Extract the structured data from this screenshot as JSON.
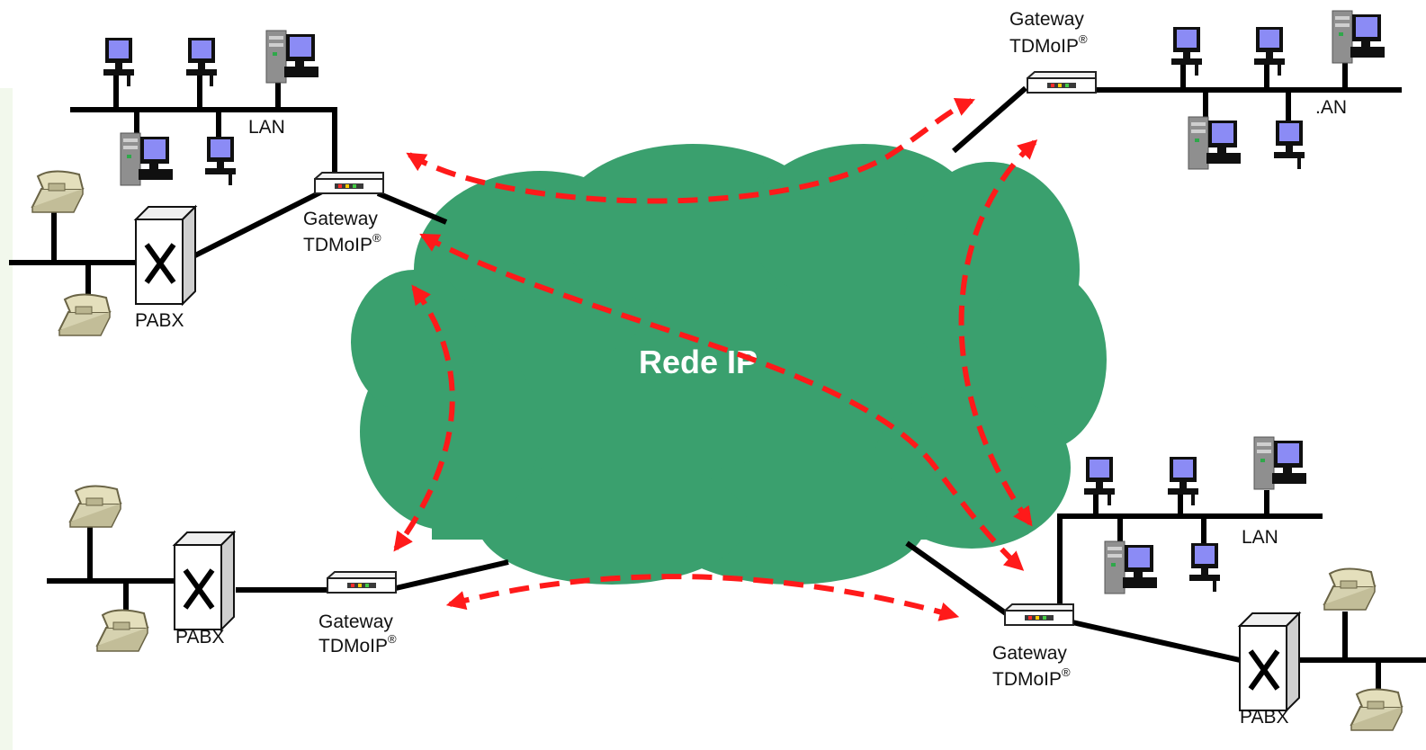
{
  "cloud": {
    "label": "Rede IP"
  },
  "labels": {
    "lan": "LAN",
    "lan_partial": ".AN",
    "pabx": "PABX",
    "gateway_line1": "Gateway",
    "gateway_line2": "TDMoIP",
    "registered_mark": "®"
  },
  "colors": {
    "cloud": "#3aa06e",
    "flow_arrows": "#ff1a1a",
    "left_panel": "#f2f8ec"
  }
}
